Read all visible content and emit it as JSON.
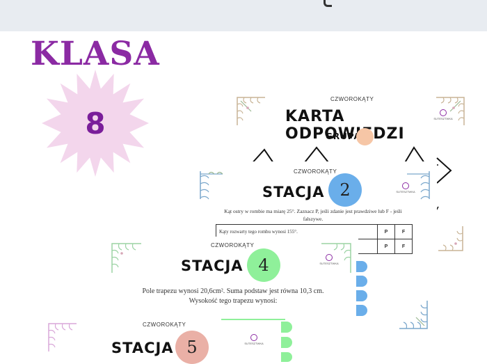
{
  "heading": "KLASA",
  "grade_number": "8",
  "logo_text": "SUTESZTWKA",
  "card_answer": {
    "category": "CZWOROKĄTY",
    "title": "KARTA ODPOWIEDZI",
    "group_label": "GRUPA"
  },
  "card_station2": {
    "category": "CZWOROKĄTY",
    "title": "STACJA",
    "number": "2",
    "prompt_line1": "Kąt ostry w rombie ma miarę 25°. Zaznacz P, jeśli zdanie jest prawdziwe lub F - jeśli",
    "prompt_line2": "fałszywe.",
    "row1": "Kąty rozwarty tego rombu wynosi 155°.",
    "p": "P",
    "f": "F"
  },
  "card_station4": {
    "category": "CZWOROKĄTY",
    "title": "STACJA",
    "number": "4",
    "text_line1": "Pole trapezu wynosi 20,6cm². Suma podstaw jest równa 10,3 cm.",
    "text_line2": "Wysokość tego trapezu wynosi:"
  },
  "card_station5": {
    "category": "CZWOROKĄTY",
    "title": "STACJA",
    "number": "5"
  },
  "colors": {
    "purple": "#8b2aa3",
    "star_pink": "#f3d6ec",
    "peach": "#f6c6a6",
    "blue": "#6aaeea",
    "green": "#8ff09a",
    "rose": "#eab0a6"
  }
}
